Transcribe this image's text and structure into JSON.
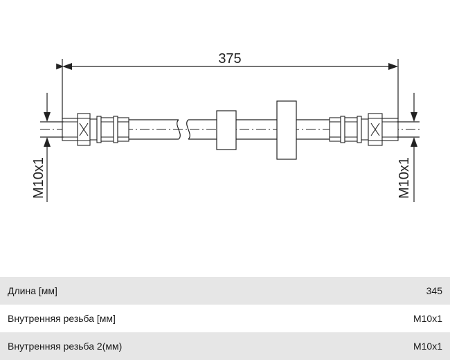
{
  "drawing": {
    "dimension_label": "375",
    "left_thread_label": "M10x1",
    "right_thread_label": "M10x1"
  },
  "specs": [
    {
      "label": "Длина [мм]",
      "value": "345"
    },
    {
      "label": "Внутренняя резьба [мм]",
      "value": "M10x1"
    },
    {
      "label": "Внутренняя резьба 2(мм)",
      "value": "M10x1"
    }
  ]
}
